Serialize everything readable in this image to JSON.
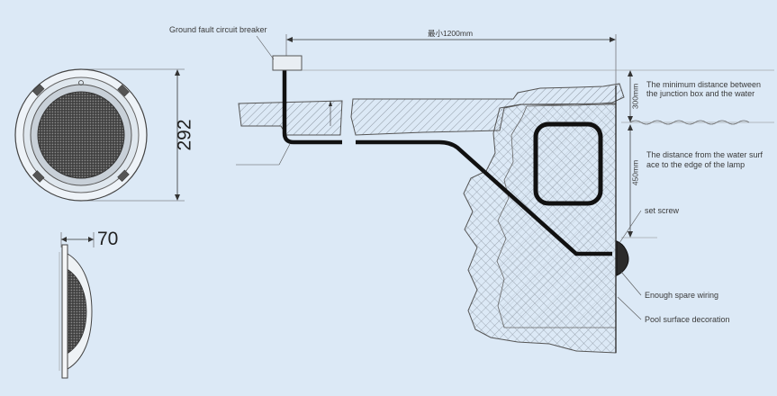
{
  "lamp_front": {
    "height_label": "292"
  },
  "lamp_side": {
    "width_label": "70"
  },
  "dimensions": {
    "top": "最小1200mm",
    "water_gap": "300mm",
    "lamp_depth": "450mm"
  },
  "labels": {
    "breaker": "Ground fault circuit breaker",
    "min_distance": [
      "The minimum distance between",
      "the junction box and the water"
    ],
    "water_surface": [
      "The distance from the water surf",
      "ace to the edge of the lamp"
    ],
    "set_screw": "set screw",
    "spare_wiring": "Enough spare wiring",
    "decoration": "Pool surface decoration"
  },
  "colors": {
    "background": "#dce9f6",
    "line": "#2a2a2a",
    "cable": "#111111",
    "hatch": "#6e7680"
  }
}
